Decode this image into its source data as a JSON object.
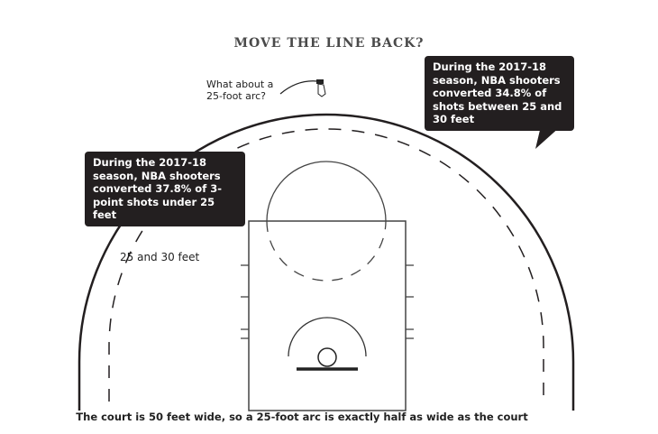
{
  "title": "MOVE THE LINE BACK?",
  "annotation": "What about a 25-foot arc?",
  "bubble_right": "During the 2017-18 season, NBA shooters converted 34.8% of shots between 25 and 30 feet",
  "bubble_left": "During the 2017-18 season, NBA shooters converted 37.8% of 3-point shots under 25 feet",
  "zone_label": "25 and 30 feet",
  "caption": "The court is 50 feet wide, so a 25-foot arc is exactly half as wide as the court",
  "colors": {
    "ink": "#231f20",
    "title": "#4a4a4a"
  }
}
